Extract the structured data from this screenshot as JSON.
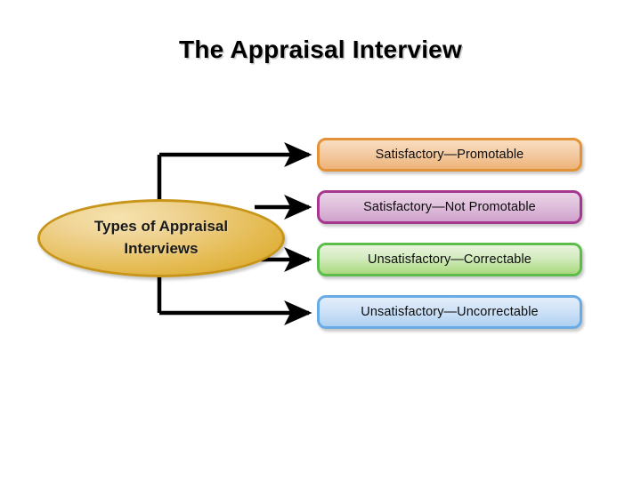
{
  "slide": {
    "title": "The Appraisal Interview",
    "background_color": "#ffffff"
  },
  "diagram": {
    "type": "radial-flow",
    "root": {
      "label": "Types of Appraisal Interviews",
      "shape": "ellipse",
      "fill_color": "#e5bc55",
      "border_color": "#c8951b",
      "text_color": "#1a1a1a"
    },
    "branches": [
      {
        "index": 1,
        "label": "Satisfactory—Promotable",
        "shape": "rounded-rectangle",
        "fill_color": "#f4cca4",
        "border_color": "#e39237",
        "text_color": "#0d0d0d",
        "connector": "elbow-arrow"
      },
      {
        "index": 2,
        "label": "Satisfactory—Not Promotable",
        "shape": "rounded-rectangle",
        "fill_color": "#e0c0dd",
        "border_color": "#a6378e",
        "text_color": "#0d0d0d",
        "connector": "straight-arrow"
      },
      {
        "index": 3,
        "label": "Unsatisfactory—Correctable",
        "shape": "rounded-rectangle",
        "fill_color": "#d3ebbf",
        "border_color": "#5cbd4b",
        "text_color": "#0d0d0d",
        "connector": "straight-arrow"
      },
      {
        "index": 4,
        "label": "Unsatisfactory—Uncorrectable",
        "shape": "rounded-rectangle",
        "fill_color": "#cfe2f7",
        "border_color": "#6aabe5",
        "text_color": "#0d0d0d",
        "connector": "elbow-arrow"
      }
    ],
    "connector_color": "#000000"
  }
}
